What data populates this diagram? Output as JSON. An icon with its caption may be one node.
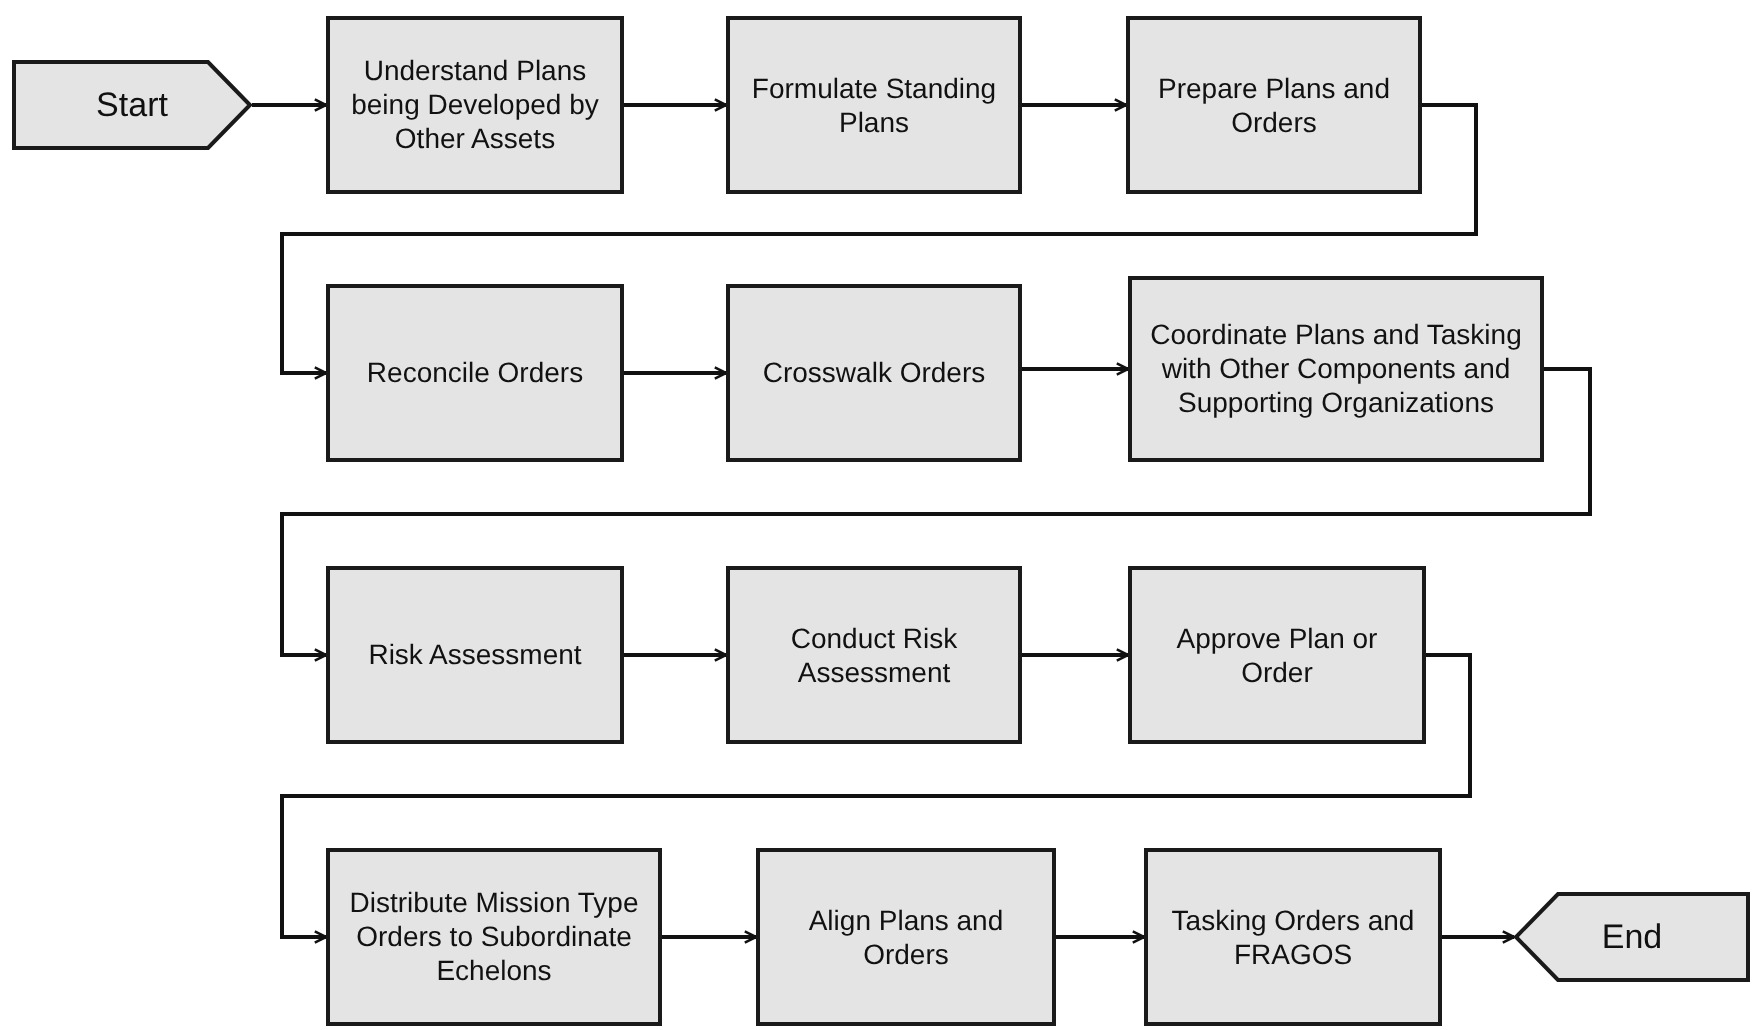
{
  "diagram": {
    "nodes": [
      {
        "text": [
          "Start"
        ]
      },
      {
        "text": [
          "Understand Plans being Developed by Other Assets"
        ]
      },
      {
        "text": [
          "Formulate Standing Plans"
        ]
      },
      {
        "text": [
          "Prepare Plans and Orders"
        ]
      },
      {
        "text": [
          "Reconcile Orders"
        ]
      },
      {
        "text": [
          "Crosswalk Orders"
        ]
      },
      {
        "text": [
          "Coordinate Plans and Tasking with Other Components and Supporting Organizations"
        ]
      },
      {
        "text": [
          "Risk Assessment"
        ]
      },
      {
        "text": [
          "Conduct Risk Assessment"
        ]
      },
      {
        "text": [
          "Approve Plan or Order"
        ]
      },
      {
        "text": [
          "Distribute Mission Type Orders to Subordinate Echelons"
        ]
      },
      {
        "text": [
          "Align Plans and Orders"
        ]
      },
      {
        "text": [
          "Tasking Orders and FRAGOS"
        ]
      },
      {
        "text": [
          "End"
        ]
      }
    ],
    "edges": [
      {
        "from": 0,
        "to": 1,
        "arrow": "to"
      },
      {
        "from": 1,
        "to": 2,
        "arrow": "to"
      },
      {
        "from": 2,
        "to": 3,
        "arrow": "to"
      },
      {
        "from": 3,
        "to": 4,
        "arrow": "to"
      },
      {
        "from": 4,
        "to": 5,
        "arrow": "to"
      },
      {
        "from": 5,
        "to": 6,
        "arrow": "to"
      },
      {
        "from": 6,
        "to": 7,
        "arrow": "to"
      },
      {
        "from": 7,
        "to": 8,
        "arrow": "to"
      },
      {
        "from": 8,
        "to": 9,
        "arrow": "to"
      },
      {
        "from": 9,
        "to": 10,
        "arrow": "to"
      },
      {
        "from": 10,
        "to": 11,
        "arrow": "to"
      },
      {
        "from": 11,
        "to": 12,
        "arrow": "to"
      },
      {
        "from": 12,
        "to": 13,
        "arrow": "to"
      }
    ]
  }
}
